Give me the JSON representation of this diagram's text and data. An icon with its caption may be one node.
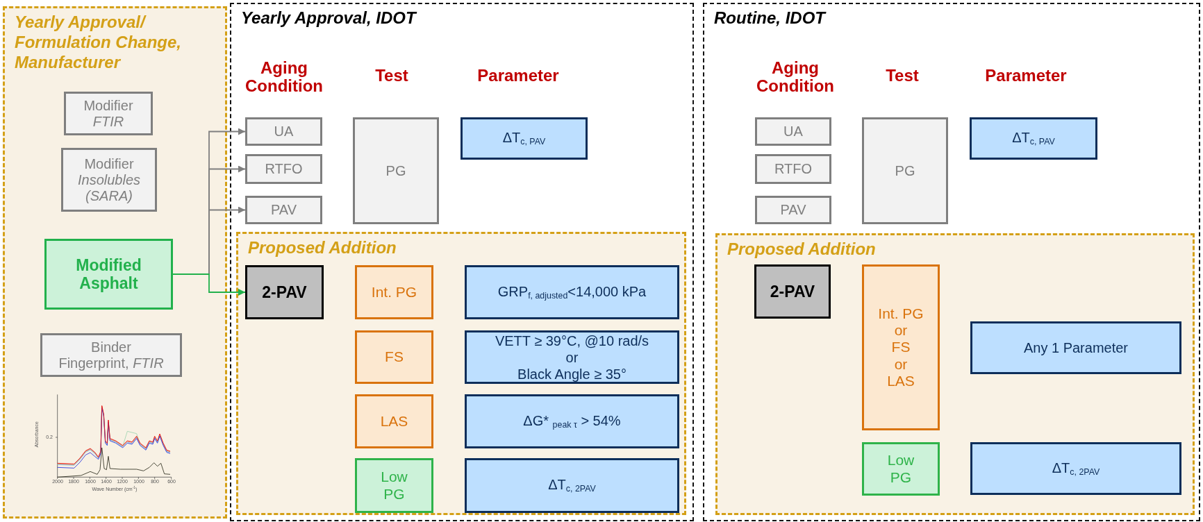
{
  "diagram": {
    "nodes": [
      {
        "text": [
          "Yearly Approval/ Formulation Change, Manufacturer"
        ]
      },
      {
        "text": [
          "Modifier *FTIR*"
        ],
        "in": 0
      },
      {
        "text": [
          "Modifier *Insolubles (SARA)*"
        ],
        "in": 0
      },
      {
        "text": [
          "Modified Asphalt"
        ],
        "in": 0
      },
      {
        "text": [
          "Binder Fingerprint, *FTIR*"
        ],
        "in": 0
      },
      {
        "text": [
          "Yearly Approval, IDOT"
        ]
      },
      {
        "text": [
          "UA"
        ],
        "in": 5
      },
      {
        "text": [
          "RTFO"
        ],
        "in": 5
      },
      {
        "text": [
          "PAV"
        ],
        "in": 5
      },
      {
        "text": [
          "PG"
        ],
        "in": 5
      },
      {
        "text": [
          "ΔT$_{c, PAV}$"
        ],
        "in": 5
      },
      {
        "text": [
          "Proposed Addition"
        ],
        "in": 5
      },
      {
        "text": [
          "2-PAV"
        ],
        "in": 11
      },
      {
        "text": [
          "Int. PG"
        ],
        "in": 11
      },
      {
        "text": [
          "FS"
        ],
        "in": 11
      },
      {
        "text": [
          "LAS"
        ],
        "in": 11
      },
      {
        "text": [
          "Low PG"
        ],
        "in": 11
      },
      {
        "text": [
          "GRP$_{f, adjusted}$<14,000 kPa"
        ],
        "in": 11
      },
      {
        "text": [
          "VETT ≥ 39°C, @10 rad/s",
          "or",
          "Black Angle ≥ 35°"
        ],
        "in": 11
      },
      {
        "text": [
          "ΔG* $_{peak τ}$ > 54%"
        ],
        "in": 11
      },
      {
        "text": [
          "ΔT$_{c, 2PAV}$"
        ],
        "in": 11
      },
      {
        "text": [
          "Routine, IDOT"
        ]
      },
      {
        "text": [
          "UA"
        ],
        "in": 21
      },
      {
        "text": [
          "RTFO"
        ],
        "in": 21
      },
      {
        "text": [
          "PAV"
        ],
        "in": 21
      },
      {
        "text": [
          "PG"
        ],
        "in": 21
      },
      {
        "text": [
          "ΔT$_{c, PAV}$"
        ],
        "in": 21
      },
      {
        "text": [
          "Proposed Addition"
        ],
        "in": 21
      },
      {
        "text": [
          "2-PAV"
        ],
        "in": 27
      },
      {
        "text": [
          "Int. PG",
          "or",
          "FS",
          "or",
          "LAS"
        ],
        "in": 27
      },
      {
        "text": [
          "Low PG"
        ],
        "in": 27
      },
      {
        "text": [
          "Any 1 Parameter"
        ],
        "in": 27
      },
      {
        "text": [
          "ΔT$_{c, 2PAV}$"
        ],
        "in": 27
      }
    ],
    "edges": [
      {
        "from": 3,
        "to": 6,
        "arrow": "to"
      },
      {
        "from": 3,
        "to": 7,
        "arrow": "to"
      },
      {
        "from": 3,
        "to": 8,
        "arrow": "to"
      },
      {
        "from": 3,
        "to": 12,
        "arrow": "to",
        "color": "#22b14c"
      }
    ],
    "labels": [
      "Aging Condition",
      "Test",
      "Parameter",
      "Aging Condition",
      "Test",
      "Parameter",
      "Absorbance",
      "0.2",
      "2000",
      "1800",
      "1600",
      "1400",
      "1200",
      "1000",
      "800",
      "600",
      "Wave Number (cm$^{-1}$)"
    ]
  }
}
